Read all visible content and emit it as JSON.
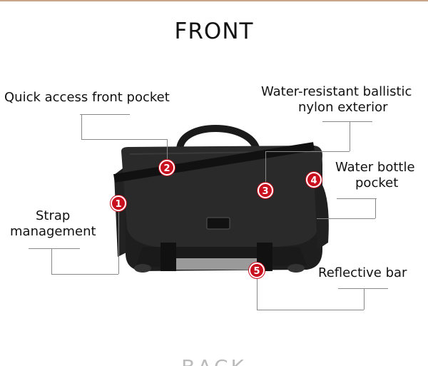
{
  "header": {
    "title": "FRONT"
  },
  "callouts": {
    "c1": {
      "number": "1",
      "label_line1": "Strap",
      "label_line2": "management"
    },
    "c2": {
      "number": "2",
      "label": "Quick access front pocket"
    },
    "c3": {
      "number": "3",
      "label_line1": "Water-resistant ballistic",
      "label_line2": "nylon exterior"
    },
    "c4": {
      "number": "4",
      "label_line1": "Water bottle",
      "label_line2": "pocket"
    },
    "c5": {
      "number": "5",
      "label": "Reflective bar"
    }
  },
  "footer": {
    "partial_heading": "BACK"
  },
  "colors": {
    "marker": "#c8101e",
    "leader": "#888888",
    "top_rule": "#c9a58a"
  }
}
